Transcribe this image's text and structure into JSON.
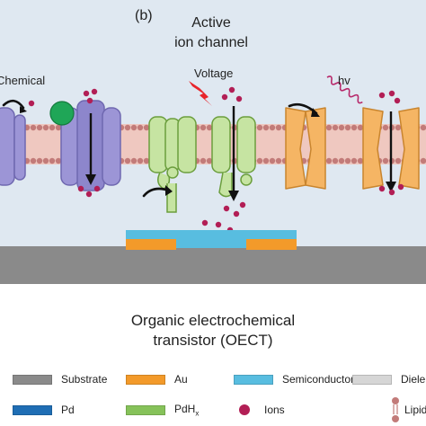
{
  "panel": {
    "label": "(b)",
    "title_line1": "Active",
    "title_line2": "ion channel"
  },
  "stimuli": {
    "chemical": "Chemical",
    "voltage": "Voltage",
    "light": "hv"
  },
  "oect": {
    "title_line1": "Organic electrochemical",
    "title_line2": "transistor (OECT)"
  },
  "legend": {
    "substrate": "Substrate",
    "au": "Au",
    "semiconductor": "Semiconductor",
    "dielectric": "Diele",
    "pd": "Pd",
    "pdhx": "PdH",
    "pdhx_sub": "x",
    "ions": "Ions",
    "lipids": "Lipids"
  },
  "colors": {
    "background": "#dfe8f1",
    "membrane": "#efc8c0",
    "lipid_head": "#c27b79",
    "substrate": "#8a8a8a",
    "au": "#f39a2a",
    "semiconductor": "#58bde0",
    "dielectric": "#d6d6d6",
    "pd": "#1f6eb4",
    "pdhx": "#86c25a",
    "ion": "#b21e55",
    "channel_purple": "#9c95d6",
    "channel_green": "#c6e4a2",
    "channel_orange": "#f5b564",
    "ligand": "#1fa657"
  }
}
